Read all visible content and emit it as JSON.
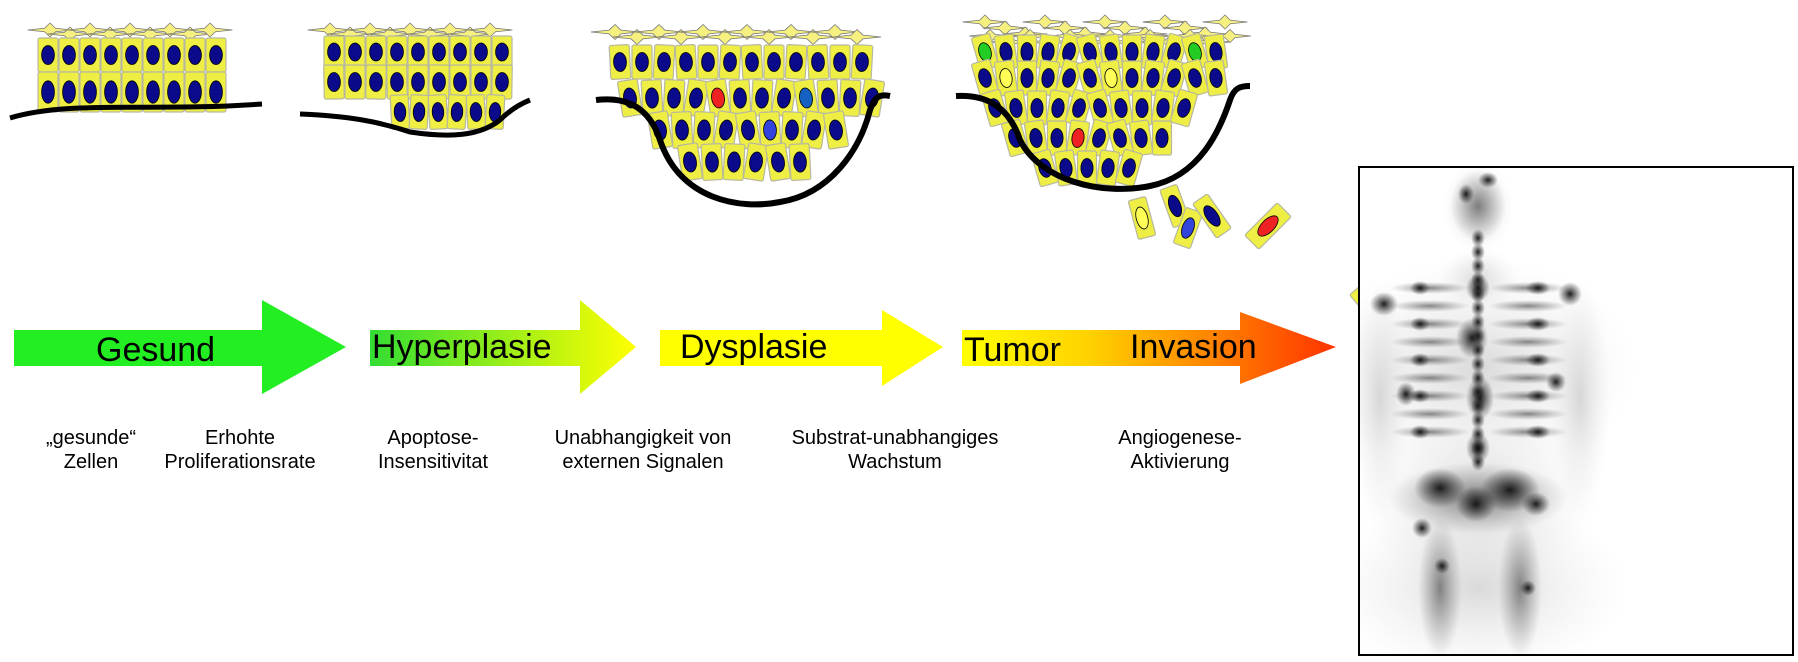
{
  "arrows": [
    {
      "label": "Gesund",
      "colors": [
        "#22ee22",
        "#22ee22"
      ]
    },
    {
      "label": "Hyperplasie",
      "colors": [
        "#33dd33",
        "#ffff00"
      ]
    },
    {
      "label": "Dysplasie",
      "colors": [
        "#ffff00",
        "#ffff00"
      ]
    },
    {
      "label": "Tumor",
      "colors": [
        "#ffff00",
        "#ff3300"
      ]
    },
    {
      "label2": "Invasion"
    }
  ],
  "captions": [
    {
      "line1": "„gesunde“",
      "line2": "Zellen"
    },
    {
      "line1": "Erhohte",
      "line2": "Proliferationsrate"
    },
    {
      "line1": "Apoptose-",
      "line2": "Insensitivitat"
    },
    {
      "line1": "Unabhangigkeit von",
      "line2": "externen Signalen"
    },
    {
      "line1": "Substrat-unabhangiges",
      "line2": "Wachstum"
    },
    {
      "line1": "Angiogenese-",
      "line2": "Aktivierung"
    }
  ],
  "colors": {
    "cell_body": "#eeee44",
    "cell_border": "#b8b8a0",
    "nucleus": "#0a0a8a",
    "nucleus_mutant_red": "#ee2222",
    "nucleus_mutant_green": "#22cc22",
    "nucleus_mutant_yellow": "#ffff55",
    "nucleus_mutant_blue": "#3344dd",
    "membrane": "#000000"
  },
  "icons": [
    "epithelium-healthy-illustration",
    "epithelium-hyperplasia-illustration",
    "epithelium-dysplasia-illustration",
    "epithelium-tumor-illustration",
    "bone-scan-image"
  ]
}
